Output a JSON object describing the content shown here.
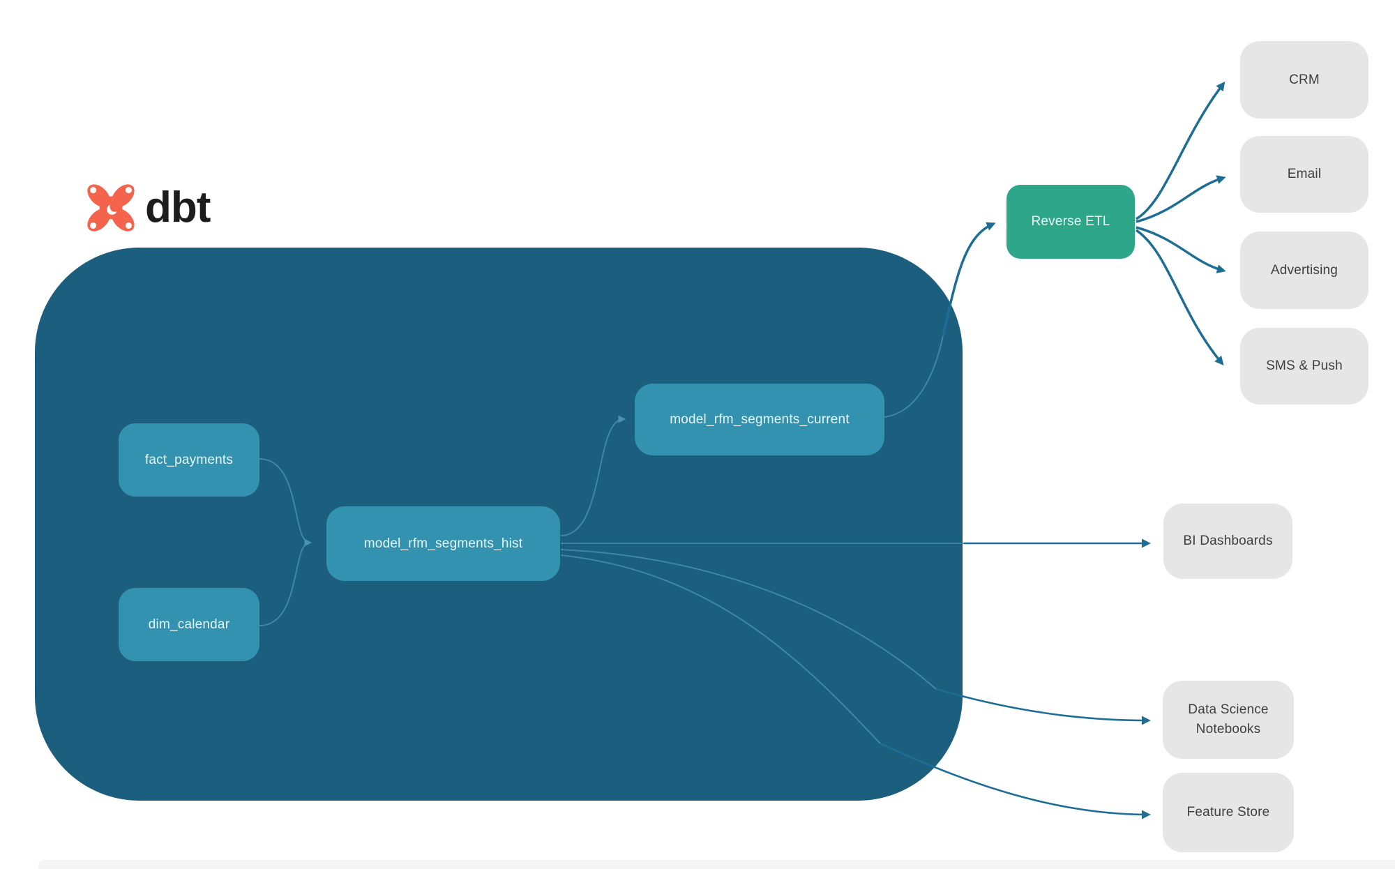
{
  "logo": {
    "brand": "dbt"
  },
  "warehouse": {
    "nodes": {
      "fact_payments": "fact_payments",
      "dim_calendar": "dim_calendar",
      "hist": "model_rfm_segments_hist",
      "current": "model_rfm_segments_current"
    }
  },
  "reverse_etl": {
    "label": "Reverse ETL"
  },
  "destinations": {
    "crm": "CRM",
    "email": "Email",
    "advertising": "Advertising",
    "sms_push": "SMS & Push",
    "bi_dashboards": "BI Dashboards",
    "ds_notebooks": "Data Science Notebooks",
    "feature_store": "Feature Store"
  },
  "colors": {
    "container": "#1B5E7D",
    "node": "#3292AF",
    "node_text": "#E9F5F8",
    "etl": "#2EA68A",
    "etl_text": "#EAF7F3",
    "dest_bg": "#E6E6E6",
    "dest_text": "#3E3E3E",
    "arrow": "#1D6D94",
    "arrow_light": "#3E87A6",
    "logo_orange": "#F4644D"
  }
}
